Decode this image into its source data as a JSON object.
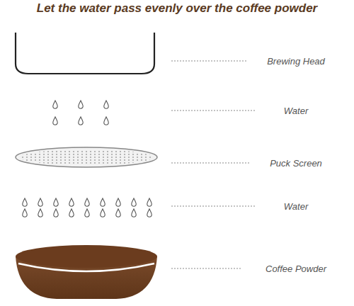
{
  "diagram": {
    "title": "Let the water pass evenly over the coffee powder",
    "labels": [
      "Brewing Head",
      "Water",
      "Puck Screen",
      "Water",
      "Coffee Powder"
    ]
  }
}
